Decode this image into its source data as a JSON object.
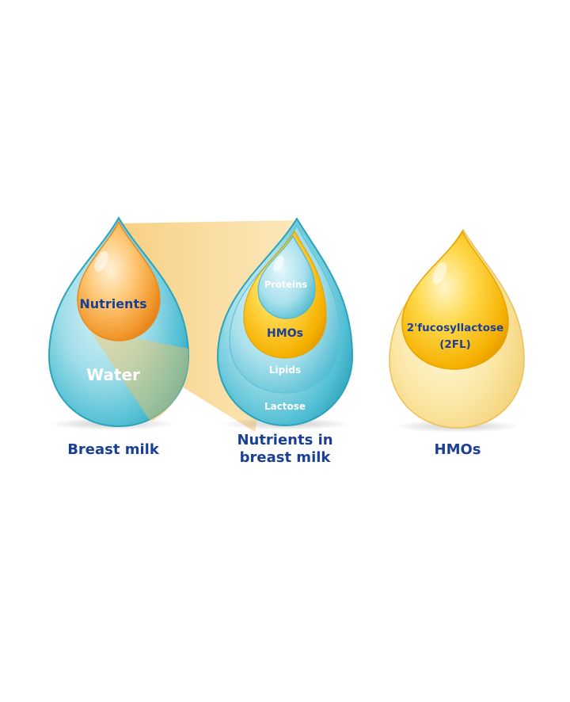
{
  "drop1": {
    "nutrients_label": "Nutrients",
    "water_label": "Water",
    "caption": "Breast milk"
  },
  "drop2": {
    "layers": [
      "Proteins",
      "HMOs",
      "Lipids",
      "Lactose"
    ],
    "caption_line1": "Nutrients in",
    "caption_line2": "breast milk"
  },
  "drop3": {
    "label_line1": "2'fucosyllactose",
    "label_line2": "(2FL)",
    "caption": "HMOs"
  },
  "colors": {
    "label_blue": "#1b3f94",
    "water_teal": "#3fb6cc",
    "nutrient_orange": "#f29a2e",
    "hmo_yellow": "#f5b800"
  }
}
